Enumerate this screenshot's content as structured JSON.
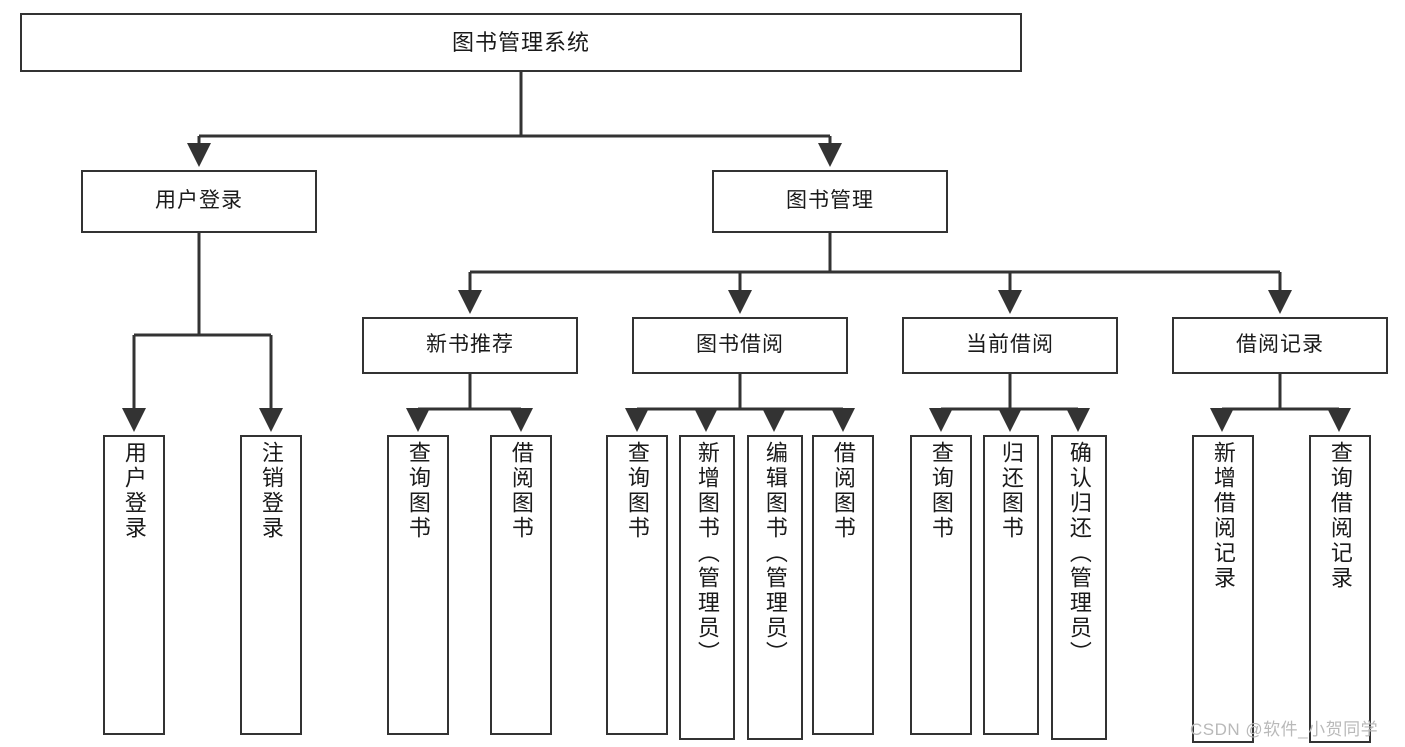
{
  "diagram": {
    "type": "tree-hierarchy",
    "title": "图书管理系统",
    "watermark": "CSDN @软件_小贺同学",
    "colors": {
      "stroke": "#333333",
      "fill": "#ffffff",
      "text": "#1a1a1a",
      "watermark": "#b9b9b9"
    },
    "nodes": {
      "root": {
        "label": "图书管理系统"
      },
      "level1": [
        {
          "id": "user-login",
          "label": "用户登录"
        },
        {
          "id": "book-manage",
          "label": "图书管理"
        }
      ],
      "level2": [
        {
          "id": "new-book-recommend",
          "label": "新书推荐"
        },
        {
          "id": "book-borrow",
          "label": "图书借阅"
        },
        {
          "id": "current-borrow",
          "label": "当前借阅"
        },
        {
          "id": "borrow-record",
          "label": "借阅记录"
        }
      ],
      "leaves": {
        "user-login": [
          {
            "id": "leaf-user-login",
            "label": "用户登录"
          },
          {
            "id": "leaf-logout-login",
            "label": "注销登录"
          }
        ],
        "new-book-recommend": [
          {
            "id": "leaf-query-book-1",
            "label": "查询图书"
          },
          {
            "id": "leaf-borrow-book-1",
            "label": "借阅图书"
          }
        ],
        "book-borrow": [
          {
            "id": "leaf-query-book-2",
            "label": "查询图书"
          },
          {
            "id": "leaf-add-book-admin",
            "label": "新增图书（管理员）"
          },
          {
            "id": "leaf-edit-book-admin",
            "label": "编辑图书（管理员）"
          },
          {
            "id": "leaf-borrow-book-2",
            "label": "借阅图书"
          }
        ],
        "current-borrow": [
          {
            "id": "leaf-query-book-3",
            "label": "查询图书"
          },
          {
            "id": "leaf-return-book",
            "label": "归还图书"
          },
          {
            "id": "leaf-confirm-return-admin",
            "label": "确认归还（管理员）"
          }
        ],
        "borrow-record": [
          {
            "id": "leaf-add-borrow-record",
            "label": "新增借阅记录"
          },
          {
            "id": "leaf-query-borrow-record",
            "label": "查询借阅记录"
          }
        ]
      }
    }
  }
}
